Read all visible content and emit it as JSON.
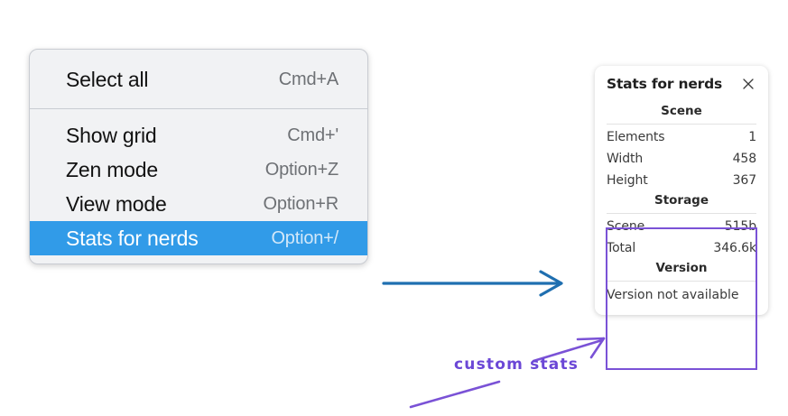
{
  "menu": {
    "groups": [
      {
        "items": [
          {
            "label": "Select all",
            "accel": "Cmd+A",
            "selected": false
          }
        ]
      },
      {
        "items": [
          {
            "label": "Show grid",
            "accel": "Cmd+'",
            "selected": false
          },
          {
            "label": "Zen mode",
            "accel": "Option+Z",
            "selected": false
          },
          {
            "label": "View mode",
            "accel": "Option+R",
            "selected": false
          },
          {
            "label": "Stats for nerds",
            "accel": "Option+/",
            "selected": true
          }
        ]
      }
    ],
    "highlight_color": "#319BE8"
  },
  "stats_panel": {
    "title": "Stats for nerds",
    "close_icon": "close-icon",
    "sections": [
      {
        "name": "scene",
        "title": "Scene",
        "rows": [
          {
            "key": "Elements",
            "value": "1"
          },
          {
            "key": "Width",
            "value": "458"
          },
          {
            "key": "Height",
            "value": "367"
          }
        ]
      },
      {
        "name": "storage",
        "title": "Storage",
        "rows": [
          {
            "key": "Scene",
            "value": "515b"
          },
          {
            "key": "Total",
            "value": "346.6k"
          }
        ]
      },
      {
        "name": "version",
        "title": "Version",
        "plain_rows": [
          "Version not available"
        ]
      }
    ]
  },
  "annotations": {
    "label": "custom stats",
    "label_color": "#6B47D6",
    "pointer_color": "#7A52D6",
    "flow_arrow_color": "#1F6FB0",
    "highlight_box_color": "#7A52D6"
  }
}
